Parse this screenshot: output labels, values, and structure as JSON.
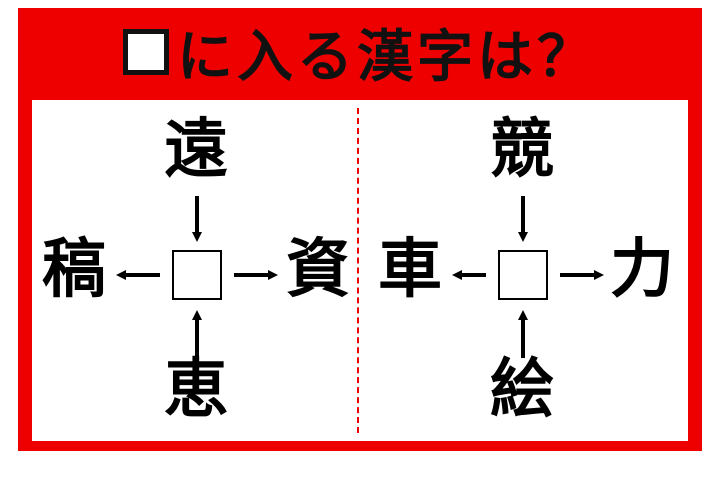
{
  "title": {
    "box_symbol": "□",
    "text": "に入る漢字は？"
  },
  "colors": {
    "frame": "#ee0000",
    "board": "#ffffff",
    "text": "#000000",
    "divider": "#ee0000"
  },
  "puzzles": [
    {
      "top": "遠",
      "bottom": "恵",
      "left": "稿",
      "right": "資",
      "center": "□",
      "arrows": {
        "top": "down-toward-center",
        "bottom": "up-toward-center",
        "left": "left-away-from-center",
        "right": "right-away-from-center"
      }
    },
    {
      "top": "競",
      "bottom": "絵",
      "left": "車",
      "right": "力",
      "center": "□",
      "arrows": {
        "top": "down-toward-center",
        "bottom": "up-toward-center",
        "left": "left-away-from-center",
        "right": "right-away-from-center"
      }
    }
  ]
}
